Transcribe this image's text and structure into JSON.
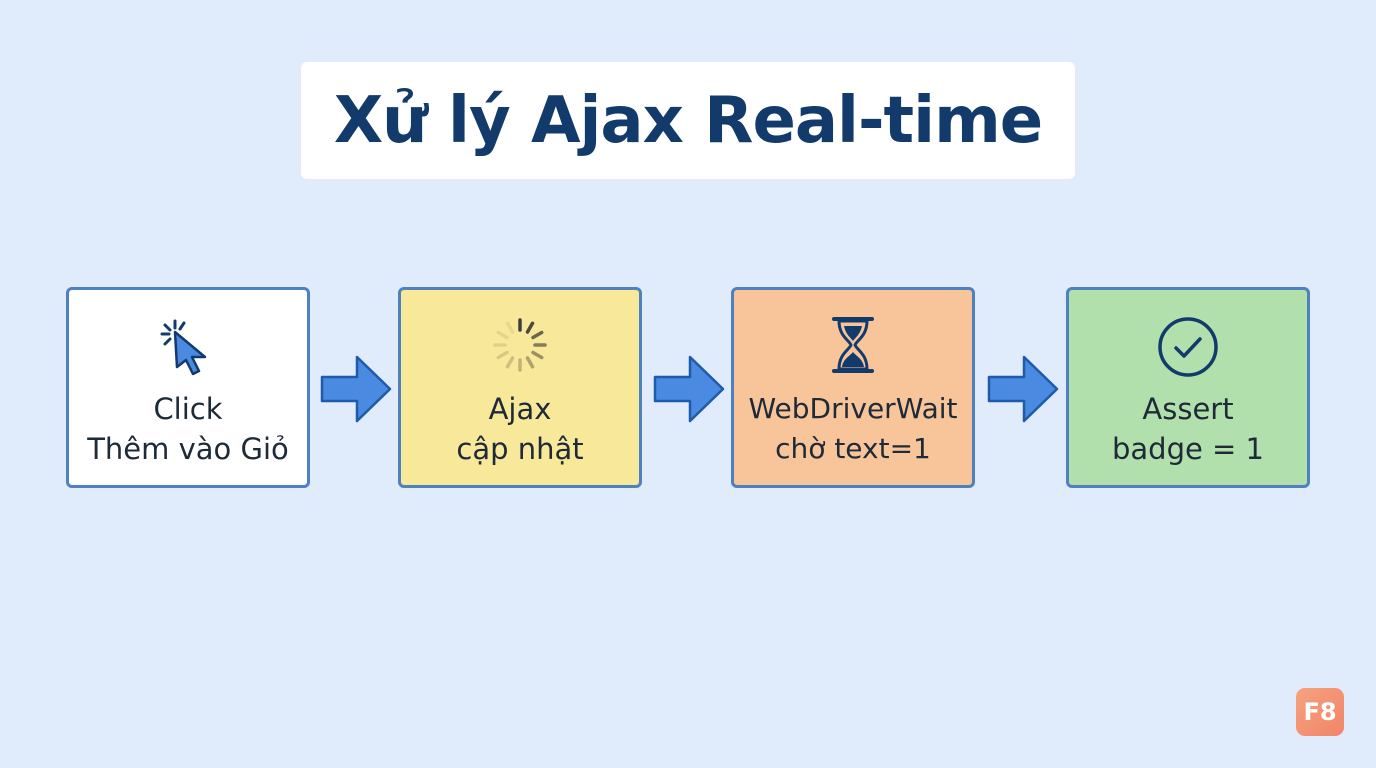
{
  "title": "Xử lý Ajax Real-time",
  "steps": [
    {
      "line1": "Click",
      "line2": "Thêm vào Giỏ",
      "icon": "cursor-click-icon",
      "color": "#ffffff"
    },
    {
      "line1": "Ajax",
      "line2": "cập nhật",
      "icon": "loading-spinner-icon",
      "color": "#f8e89a"
    },
    {
      "line1": "WebDriverWait",
      "line2": "chờ text=1",
      "icon": "hourglass-icon",
      "color": "#f8c49a"
    },
    {
      "line1": "Assert",
      "line2": "badge = 1",
      "icon": "check-circle-icon",
      "color": "#b2e0ad"
    }
  ],
  "logo": "F8",
  "colors": {
    "background": "#e0ebfb",
    "title": "#123a6b",
    "border": "#4f80bf",
    "arrow": "#4a8ae0"
  }
}
